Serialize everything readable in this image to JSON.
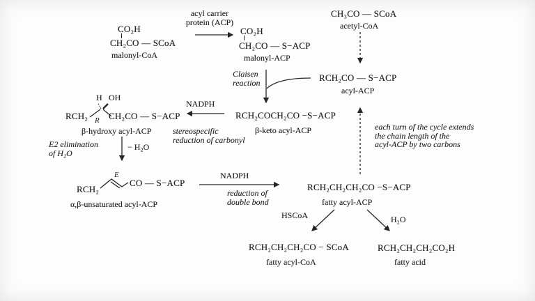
{
  "compounds": {
    "malonyl_coa": {
      "top": "CO₂H",
      "bottom": "CH₂CO — SCoA",
      "label": "malonyl-CoA"
    },
    "malonyl_acp": {
      "top": "CO₂H",
      "bottom": "CH₂CO — S−ACP",
      "label": "malonyl-ACP"
    },
    "acetyl_coa": {
      "formula": "CH₃CO — SCoA",
      "label": "acetyl-CoA"
    },
    "acyl_acp": {
      "formula": "RCH₂CO — S−ACP",
      "label": "acyl-ACP"
    },
    "beta_keto_acyl_acp": {
      "formula": "RCH₂COCH₂CO −S−ACP",
      "label": "β-keto acyl-ACP"
    },
    "beta_hydroxy_acyl_acp": {
      "h": "H",
      "oh": "OH",
      "left_group": "RCH₂",
      "stereo_label": "R",
      "right_group": "CH₂CO — S−ACP",
      "label": "β-hydroxy acyl-ACP"
    },
    "unsaturated_acyl_acp": {
      "left_group": "RCH₂",
      "geometry_label": "E",
      "right_group": "CO — S−ACP",
      "label": "α,β-unsaturated acyl-ACP"
    },
    "fatty_acyl_acp": {
      "formula": "RCH₂CH₂CH₂CO −S−ACP",
      "label": "fatty acyl-ACP"
    },
    "fatty_acyl_coa": {
      "formula": "RCH₂CH₂CH₂CO − SCoA",
      "label": "fatty acyl-CoA"
    },
    "fatty_acid": {
      "formula": "RCH₂CH₂CH₂CO₂H",
      "label": "fatty acid"
    }
  },
  "annotations": {
    "acp_transfer": {
      "line1": "acyl carrier",
      "line2": "protein (ACP)"
    },
    "claisen": {
      "line1": "Claisen",
      "line2": "reaction"
    },
    "keto_reduction": {
      "reagent": "NADPH",
      "line1": "stereospecific",
      "line2": "reduction of carbonyl"
    },
    "dehydration": {
      "line1": "E2 elimination",
      "line2": "of H₂O",
      "loss": "− H₂O"
    },
    "enoyl_reduction": {
      "reagent": "NADPH",
      "line1": "reduction of",
      "line2": "double bond"
    },
    "thiol_exchange": {
      "reagent": "HSCoA"
    },
    "hydrolysis": {
      "reagent": "H₂O"
    },
    "cycle_note": {
      "line1": "each turn of the cycle extends",
      "line2": "the chain length of the",
      "line3": "acyl-ACP by two carbons"
    }
  }
}
